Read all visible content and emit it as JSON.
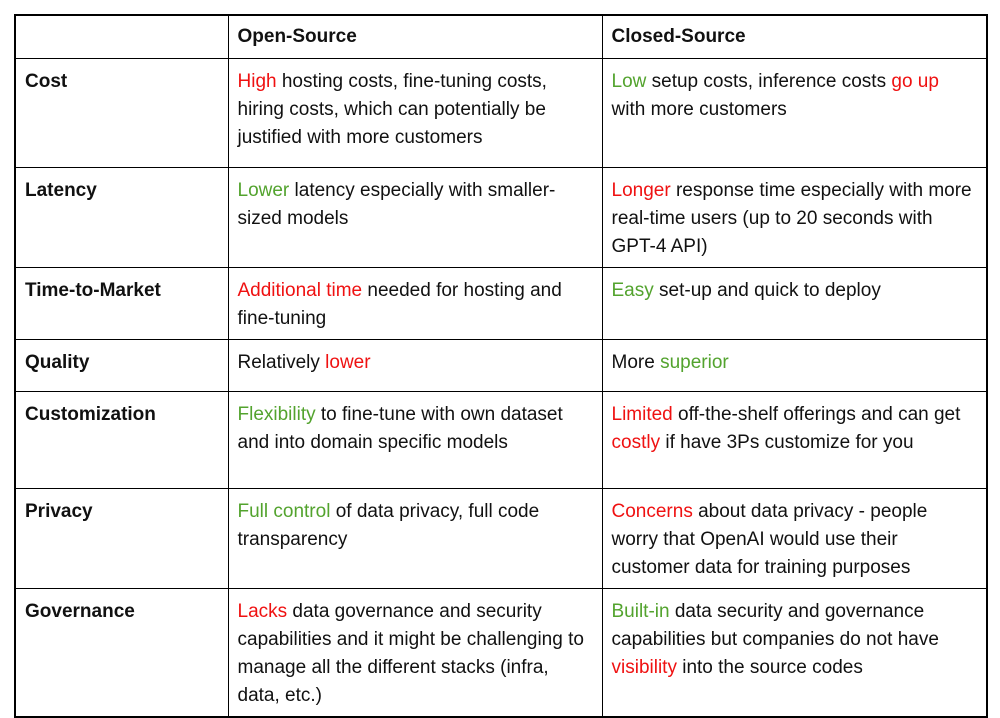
{
  "colors": {
    "red": "#ef1111",
    "green": "#53a32e",
    "text": "#111111",
    "border": "#000000",
    "background": "#ffffff"
  },
  "table": {
    "corner": "",
    "columns": [
      {
        "label": "Open-Source"
      },
      {
        "label": "Closed-Source"
      }
    ],
    "rows": [
      {
        "label": "Cost",
        "open": [
          {
            "text": "High",
            "color": "red"
          },
          {
            "text": " hosting costs, fine-tuning costs, hiring costs, which can potentially be justified with more customers",
            "color": "default"
          }
        ],
        "closed": [
          {
            "text": "Low",
            "color": "green"
          },
          {
            "text": " setup costs, inference costs ",
            "color": "default"
          },
          {
            "text": "go up",
            "color": "red"
          },
          {
            "text": " with more customers",
            "color": "default"
          }
        ]
      },
      {
        "label": "Latency",
        "open": [
          {
            "text": "Lower",
            "color": "green"
          },
          {
            "text": " latency especially with smaller-sized models",
            "color": "default"
          }
        ],
        "closed": [
          {
            "text": "Longer",
            "color": "red"
          },
          {
            "text": " response time especially with more real-time users (up to 20 seconds with GPT-4 API)",
            "color": "default"
          }
        ]
      },
      {
        "label": "Time-to-Market",
        "open": [
          {
            "text": "Additional time",
            "color": "red"
          },
          {
            "text": " needed for hosting and fine-tuning",
            "color": "default"
          }
        ],
        "closed": [
          {
            "text": "Easy",
            "color": "green"
          },
          {
            "text": " set-up and quick to deploy",
            "color": "default"
          }
        ]
      },
      {
        "label": "Quality",
        "open": [
          {
            "text": "Relatively ",
            "color": "default"
          },
          {
            "text": "lower",
            "color": "red"
          }
        ],
        "closed": [
          {
            "text": "More ",
            "color": "default"
          },
          {
            "text": "superior",
            "color": "green"
          }
        ]
      },
      {
        "label": "Customization",
        "open": [
          {
            "text": "Flexibility",
            "color": "green"
          },
          {
            "text": " to fine-tune with own dataset and into domain specific models",
            "color": "default"
          }
        ],
        "closed": [
          {
            "text": "Limited",
            "color": "red"
          },
          {
            "text": " off-the-shelf offerings and can get ",
            "color": "default"
          },
          {
            "text": "costly",
            "color": "red"
          },
          {
            "text": " if have 3Ps customize for you",
            "color": "default"
          }
        ]
      },
      {
        "label": "Privacy",
        "open": [
          {
            "text": "Full control",
            "color": "green"
          },
          {
            "text": " of data privacy, full code transparency",
            "color": "default"
          }
        ],
        "closed": [
          {
            "text": "Concerns",
            "color": "red"
          },
          {
            "text": " about data privacy - people worry that OpenAI would use their customer data for training purposes",
            "color": "default"
          }
        ]
      },
      {
        "label": "Governance",
        "open": [
          {
            "text": "Lacks",
            "color": "red"
          },
          {
            "text": " data governance and security capabilities and it might be challenging to manage all the different stacks (infra, data, etc.)",
            "color": "default"
          }
        ],
        "closed": [
          {
            "text": "Built-in",
            "color": "green"
          },
          {
            "text": " data security and governance capabilities but companies do not have ",
            "color": "default"
          },
          {
            "text": "visibility",
            "color": "red"
          },
          {
            "text": " into the source codes",
            "color": "default"
          }
        ]
      }
    ]
  }
}
